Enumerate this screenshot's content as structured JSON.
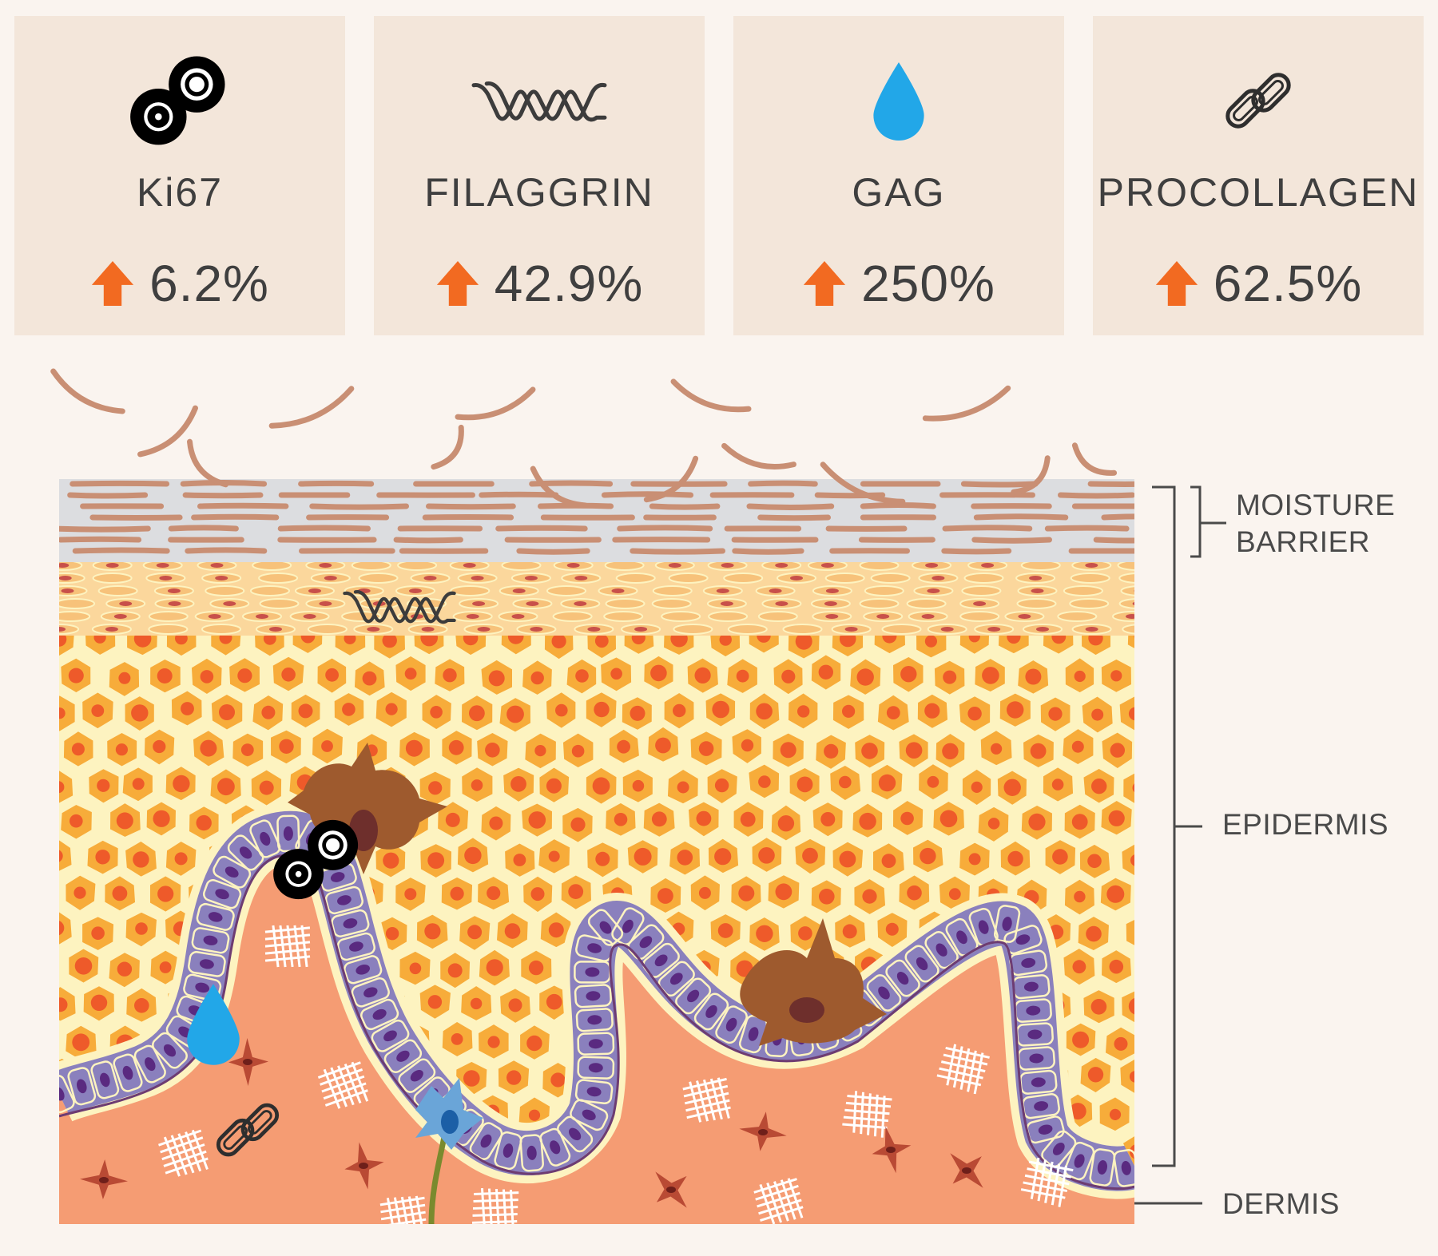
{
  "markers": [
    {
      "name": "Ki67",
      "value": "6.2%",
      "icon": "cell-division-icon",
      "trend": "up"
    },
    {
      "name": "FILAGGRIN",
      "value": "42.9%",
      "icon": "protein-strand-icon",
      "trend": "up"
    },
    {
      "name": "GAG",
      "value": "250%",
      "icon": "water-drop-icon",
      "trend": "up"
    },
    {
      "name": "PROCOLLAGEN",
      "value": "62.5%",
      "icon": "chain-link-icon",
      "trend": "up"
    }
  ],
  "layers": {
    "moisture_barrier_line1": "MOISTURE",
    "moisture_barrier_line2": "BARRIER",
    "epidermis": "EPIDERMIS",
    "dermis": "DERMIS"
  },
  "colors": {
    "card_bg": "#f3e6da",
    "arrow": "#f26a21",
    "drop": "#22a7e8",
    "epidermis_cell": "#f7ac3a",
    "nucleus": "#ee5a2a",
    "basal_cell": "#8a80bd",
    "dermis": "#f59c73",
    "keratin_flake": "#c98f74"
  }
}
